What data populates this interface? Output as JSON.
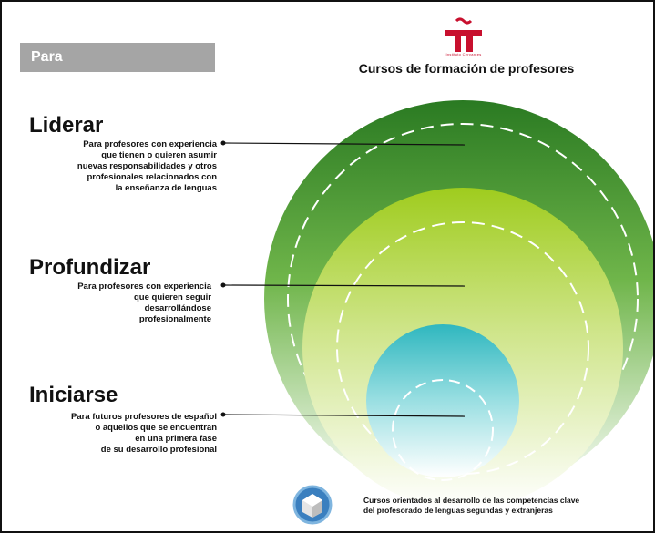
{
  "tag": "Para",
  "logo": {
    "name": "instituto-cervantes-logo",
    "caption": "Instituto Cervantes",
    "color": "#c8102e"
  },
  "course_title": "Cursos de formación de profesores",
  "levels": [
    {
      "heading": "Liderar",
      "description": [
        "Para profesores con experiencia",
        "que tienen o quieren asumir",
        "nuevas responsabilidades y otros",
        "profesionales relacionados con",
        "la enseñanza de lenguas"
      ],
      "color": "#2e8b2e"
    },
    {
      "heading": "Profundizar",
      "description": [
        "Para profesores con experiencia",
        "que quieren seguir",
        "desarrollándose",
        "profesionalmente"
      ],
      "color": "#a4cf2a"
    },
    {
      "heading": "Iniciarse",
      "description": [
        "Para futuros profesores de español",
        "o aquellos que se encuentran",
        "en una primera fase",
        "de su desarrollo profesional"
      ],
      "color": "#39c0c6"
    }
  ],
  "legend": {
    "icon": "competencies-wheel-icon",
    "lines": [
      "Cursos orientados al desarrollo de las competencias clave",
      "del profesorado de lenguas segundas y extranjeras"
    ]
  }
}
